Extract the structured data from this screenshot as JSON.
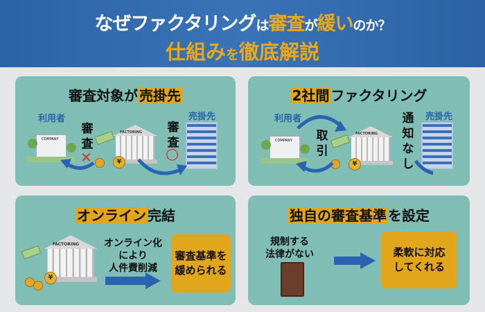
{
  "header": {
    "title_part1": "なぜファクタリング",
    "title_part2": "は",
    "title_part3": "審査",
    "title_part4": "が",
    "title_part5": "緩い",
    "title_part6": "のか？",
    "subtitle_part1": "仕組み",
    "subtitle_part2": "を",
    "subtitle_part3": "徹底解説"
  },
  "panels": [
    {
      "title_part1": "審査対象が",
      "title_part2": "売掛先",
      "user_label": "利用者",
      "client_label": "売掛先",
      "left_mark": "審査",
      "right_mark": "審査",
      "left_symbol": "✕",
      "right_symbol": "○",
      "factoring_sign": "FACTORING",
      "company_sign": "COMPANY"
    },
    {
      "title_part1": "2社間",
      "title_part2": "ファクタリング",
      "user_label": "利用者",
      "client_label": "売掛先",
      "deal_label": "取引",
      "notice_label": "通知なし",
      "factoring_sign": "FACTORING",
      "company_sign": "COMPANY"
    },
    {
      "title_part1": "オンライン",
      "title_part2": "完結",
      "factoring_sign": "FACTORING",
      "reason_lines": [
        "オンライン化",
        "により",
        "人件費削減"
      ],
      "result_lines": [
        "審査基準を",
        "緩められる"
      ]
    },
    {
      "title_part1": "独自の審査基準",
      "title_part2": "を設定",
      "reason_lines": [
        "規制する",
        "法律がない"
      ],
      "result_lines": [
        "柔軟に対応",
        "してくれる"
      ]
    }
  ],
  "colors": {
    "header_blue": "#2c63a6",
    "accent_gold": "#e2a61d",
    "panel_teal": "#7fbdb5",
    "arrow_blue": "#2a63b0",
    "cross_red": "#e0302a"
  }
}
